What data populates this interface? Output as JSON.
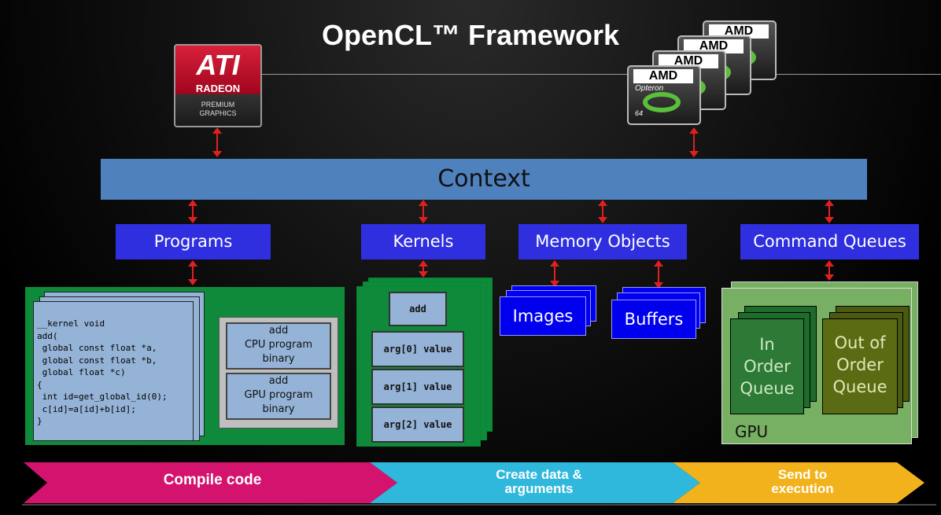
{
  "title": "OpenCL™ Framework",
  "ati_logo": {
    "brand": "ATI",
    "line1": "RADEON",
    "line2": "PREMIUM",
    "line3": "GRAPHICS",
    "color": "#c8102e"
  },
  "amd_logo": {
    "brand": "AMD",
    "product": "Opteron",
    "badge": "64"
  },
  "context_label": "Context",
  "boxes": {
    "programs": "Programs",
    "kernels": "Kernels",
    "memory_objects": "Memory Objects",
    "command_queues": "Command Queues"
  },
  "programs_panel": {
    "code_lines": [
      "__kernel void",
      "add(",
      " global const float *a,",
      " global const float *b,",
      " global float *c)",
      "{",
      " int id=get_global_id(0);",
      " c[id]=a[id]+b[id];",
      "}"
    ],
    "cpu_binary": [
      "add",
      "CPU program",
      "binary"
    ],
    "gpu_binary": [
      "add",
      "GPU program",
      "binary"
    ]
  },
  "kernels_panel": {
    "name": "add",
    "args": [
      "arg[0] value",
      "arg[1] value",
      "arg[2] value"
    ]
  },
  "memory": {
    "images": "Images",
    "buffers": "Buffers"
  },
  "queues": {
    "in_order": [
      "In",
      "Order",
      "Queue"
    ],
    "out_of_order": [
      "Out of",
      "Order",
      "Queue"
    ],
    "device": "GPU"
  },
  "stages": [
    {
      "label": "Compile code",
      "color": "#d4136f"
    },
    {
      "label": "Create data &\narguments",
      "color": "#2fb8dc"
    },
    {
      "label": "Send to\nexecution",
      "color": "#f2b21b"
    }
  ]
}
